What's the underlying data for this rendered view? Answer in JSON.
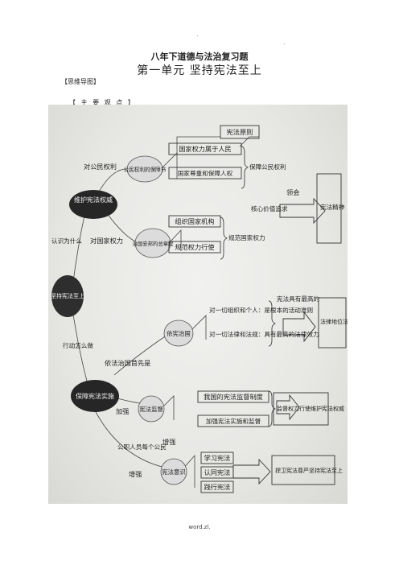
{
  "page": {
    "dot_top": ".",
    "dot_right": ".",
    "title": "八年下道德与法治复习题",
    "unit_title": "第一单元   坚持宪法至上",
    "mindmap_label": "【思维导图】",
    "knowledge_label": "【 主 要 观 点 】",
    "footer": "word.zl."
  },
  "diagram": {
    "central": "坚持宪法至上",
    "branches": {
      "protect": "维护宪法权威",
      "guarantee": "保障宪法实施"
    },
    "nodes": {
      "citizen_rights_for": "对公民权利",
      "charter": "公民权利的保障书",
      "state_power_for": "对国家权力",
      "governance": "治国安邦的总章程",
      "know_why": "认识为什么",
      "action_how": "行动怎么做",
      "rule_first": "依法治国首先是",
      "rule_by_constitution": "依宪治国",
      "strengthen": "加强",
      "supervision": "宪法监督",
      "officials_citizens": "公职人员每个公民",
      "enhance1": "增强",
      "enhance2": "增强",
      "awareness": "宪法意识"
    },
    "items": {
      "constitution_principles": "宪法原则",
      "power_belongs": "国家权力属于人民",
      "respect_rights": "国家尊重和保障人权",
      "guarantee_rights": "保障公民权利",
      "organize_organs": "组织国家机构",
      "regulate_power": "规范权力行使",
      "regulate_state_power": "规范国家权力",
      "core_value": "核心价值追求",
      "converge": "领会",
      "spirit": "宪法精神",
      "all_orgs": "对一切组织和个人：是根本的活动准则",
      "all_laws": "对一切法律和法规：具有最高的法律效力",
      "highest": "宪法具有最高的",
      "status": "法律地位法律权威法律效力",
      "supervision_system": "我国的宪法监督制度",
      "strengthen_impl": "加强宪法实施和监督",
      "supervise_result": "监督权力行使维护宪法权威",
      "learn": "学习宪法",
      "identify": "认同宪法",
      "practice": "践行宪法",
      "defend": "捍卫宪法尊严坚持宪法至上"
    }
  }
}
